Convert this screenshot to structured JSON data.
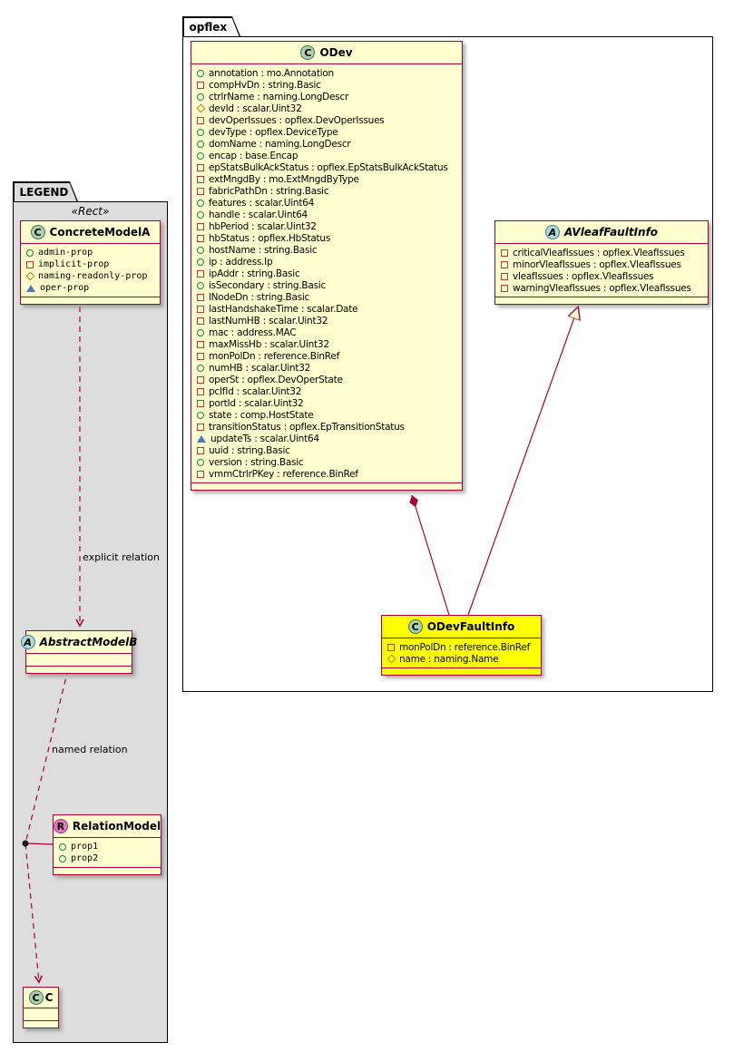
{
  "packages": {
    "opflex": {
      "name": "opflex"
    },
    "legend": {
      "name": "LEGEND",
      "stereotype": "«Rect»"
    }
  },
  "classes": {
    "odev": {
      "badge": "C",
      "name": "ODev",
      "members": [
        {
          "icon": "circle",
          "text": "annotation : mo.Annotation"
        },
        {
          "icon": "square",
          "text": "compHvDn : string.Basic"
        },
        {
          "icon": "circle",
          "text": "ctrlrName : naming.LongDescr"
        },
        {
          "icon": "diamond",
          "text": "devId : scalar.Uint32"
        },
        {
          "icon": "square",
          "text": "devOperIssues : opflex.DevOperIssues"
        },
        {
          "icon": "circle",
          "text": "devType : opflex.DeviceType"
        },
        {
          "icon": "circle",
          "text": "domName : naming.LongDescr"
        },
        {
          "icon": "circle",
          "text": "encap : base.Encap"
        },
        {
          "icon": "square",
          "text": "epStatsBulkAckStatus : opflex.EpStatsBulkAckStatus"
        },
        {
          "icon": "square",
          "text": "extMngdBy : mo.ExtMngdByType"
        },
        {
          "icon": "square",
          "text": "fabricPathDn : string.Basic"
        },
        {
          "icon": "circle",
          "text": "features : scalar.Uint64"
        },
        {
          "icon": "circle",
          "text": "handle : scalar.Uint64"
        },
        {
          "icon": "square",
          "text": "hbPeriod : scalar.Uint32"
        },
        {
          "icon": "square",
          "text": "hbStatus : opflex.HbStatus"
        },
        {
          "icon": "circle",
          "text": "hostName : string.Basic"
        },
        {
          "icon": "circle",
          "text": "ip : address.Ip"
        },
        {
          "icon": "square",
          "text": "ipAddr : string.Basic"
        },
        {
          "icon": "circle",
          "text": "isSecondary : string.Basic"
        },
        {
          "icon": "square",
          "text": "lNodeDn : string.Basic"
        },
        {
          "icon": "square",
          "text": "lastHandshakeTime : scalar.Date"
        },
        {
          "icon": "square",
          "text": "lastNumHB : scalar.Uint32"
        },
        {
          "icon": "circle",
          "text": "mac : address.MAC"
        },
        {
          "icon": "square",
          "text": "maxMissHb : scalar.Uint32"
        },
        {
          "icon": "square",
          "text": "monPolDn : reference.BinRef"
        },
        {
          "icon": "circle",
          "text": "numHB : scalar.Uint32"
        },
        {
          "icon": "square",
          "text": "operSt : opflex.DevOperState"
        },
        {
          "icon": "square",
          "text": "pcIfId : scalar.Uint32"
        },
        {
          "icon": "square",
          "text": "portId : scalar.Uint32"
        },
        {
          "icon": "circle",
          "text": "state : comp.HostState"
        },
        {
          "icon": "square",
          "text": "transitionStatus : opflex.EpTransitionStatus"
        },
        {
          "icon": "triangle",
          "text": "updateTs : scalar.Uint64"
        },
        {
          "icon": "square",
          "text": "uuid : string.Basic"
        },
        {
          "icon": "circle",
          "text": "version : string.Basic"
        },
        {
          "icon": "square",
          "text": "vmmCtrlrPKey : reference.BinRef"
        }
      ]
    },
    "avleaffaultinfo": {
      "badge": "A",
      "name": "AVleafFaultInfo",
      "members": [
        {
          "icon": "square",
          "text": "criticalVleafIssues : opflex.VleafIssues"
        },
        {
          "icon": "square",
          "text": "minorVleafIssues : opflex.VleafIssues"
        },
        {
          "icon": "square",
          "text": "vleafIssues : opflex.VleafIssues"
        },
        {
          "icon": "square",
          "text": "warningVleafIssues : opflex.VleafIssues"
        }
      ]
    },
    "odevfaultinfo": {
      "badge": "C",
      "name": "ODevFaultInfo",
      "members": [
        {
          "icon": "square",
          "text": "monPolDn : reference.BinRef"
        },
        {
          "icon": "diamond",
          "text": "name : naming.Name"
        }
      ]
    },
    "concretemodela": {
      "badge": "C",
      "name": "ConcreteModelA",
      "members": [
        {
          "icon": "circle",
          "text": "admin-prop"
        },
        {
          "icon": "square",
          "text": "implicit-prop"
        },
        {
          "icon": "diamond",
          "text": "naming-readonly-prop"
        },
        {
          "icon": "triangle",
          "text": "oper-prop"
        }
      ]
    },
    "abstractmodelb": {
      "badge": "A",
      "name": "AbstractModelB",
      "members": []
    },
    "relationmodel": {
      "badge": "R",
      "name": "RelationModel",
      "members": [
        {
          "icon": "circle",
          "text": "prop1"
        },
        {
          "icon": "circle",
          "text": "prop2"
        }
      ]
    },
    "c": {
      "badge": "C",
      "name": "C",
      "members": []
    }
  },
  "edges": {
    "explicit": {
      "label": "explicit relation"
    },
    "named": {
      "label": "named relation"
    }
  },
  "colors": {
    "class_border": "#A80036",
    "class_fill": "#FEFECE",
    "highlight_fill": "#FFFF00",
    "legend_fill": "#DDDDDD"
  }
}
